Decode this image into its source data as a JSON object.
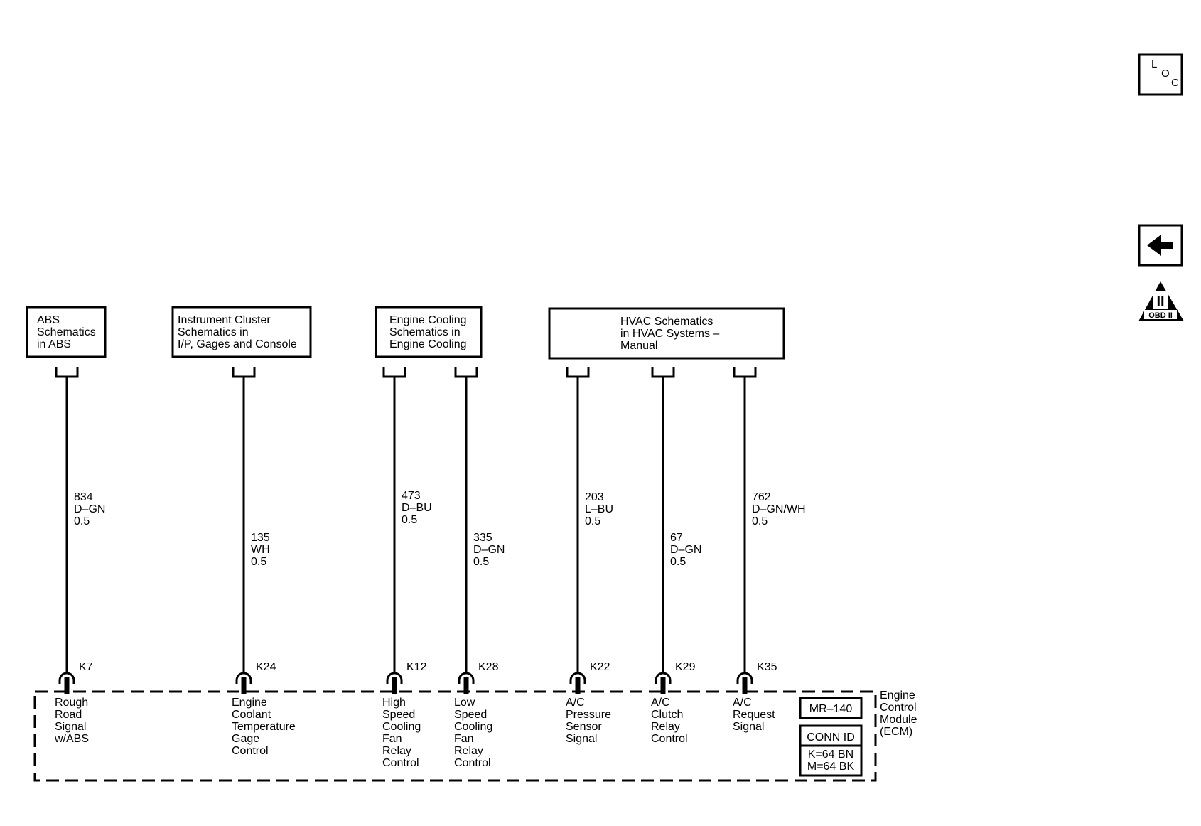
{
  "side_controls": {
    "loc": {
      "letters": [
        "L",
        "O",
        "C"
      ]
    },
    "back": {
      "icon": "arrow-left-icon"
    },
    "obd": {
      "symbol": "II",
      "label": "OBD II",
      "icon": "obd-ii-triangle-icon"
    }
  },
  "component_boxes": {
    "abs": [
      "ABS",
      "Schematics",
      "in ABS"
    ],
    "instrument_cluster": [
      "Instrument Cluster",
      "Schematics in",
      "I/P, Gages and Console"
    ],
    "engine_cooling": [
      "Engine Cooling",
      "Schematics in",
      "Engine Cooling"
    ],
    "hvac": [
      "HVAC Schematics",
      "in HVAC Systems –",
      "Manual"
    ]
  },
  "circuits": [
    {
      "circuit": "834",
      "color": "D–GN",
      "size": "0.5",
      "pin": "K7",
      "function": [
        "Rough",
        "Road",
        "Signal",
        "w/ABS"
      ]
    },
    {
      "circuit": "135",
      "color": "WH",
      "size": "0.5",
      "pin": "K24",
      "function": [
        "Engine",
        "Coolant",
        "Temperature",
        "Gage",
        "Control"
      ]
    },
    {
      "circuit": "473",
      "color": "D–BU",
      "size": "0.5",
      "pin": "K12",
      "function": [
        "High",
        "Speed",
        "Cooling",
        "Fan",
        "Relay",
        "Control"
      ]
    },
    {
      "circuit": "335",
      "color": "D–GN",
      "size": "0.5",
      "pin": "K28",
      "function": [
        "Low",
        "Speed",
        "Cooling",
        "Fan",
        "Relay",
        "Control"
      ]
    },
    {
      "circuit": "203",
      "color": "L–BU",
      "size": "0.5",
      "pin": "K22",
      "function": [
        "A/C",
        "Pressure",
        "Sensor",
        "Signal"
      ]
    },
    {
      "circuit": "67",
      "color": "D–GN",
      "size": "0.5",
      "pin": "K29",
      "function": [
        "A/C",
        "Clutch",
        "Relay",
        "Control"
      ]
    },
    {
      "circuit": "762",
      "color": "D–GN/WH",
      "size": "0.5",
      "pin": "K35",
      "function": [
        "A/C",
        "Request",
        "Signal"
      ]
    }
  ],
  "module": {
    "name": [
      "Engine",
      "Control",
      "Module",
      "(ECM)"
    ],
    "ref_code": "MR–140",
    "conn_id_title": "CONN ID",
    "conn_id_lines": [
      "K=64 BN",
      "M=64 BK"
    ]
  }
}
